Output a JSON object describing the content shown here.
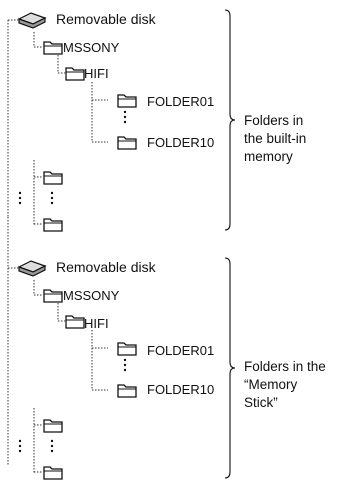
{
  "sections": [
    {
      "drive_label": "Removable disk",
      "root_folder": "MSSONY",
      "sub_folder": "HIFI",
      "first_folder": "FOLDER01",
      "last_folder": "FOLDER10",
      "note": "Folders in\nthe built-in\nmemory"
    },
    {
      "drive_label": "Removable disk",
      "root_folder": "MSSONY",
      "sub_folder": "HIFI",
      "first_folder": "FOLDER01",
      "last_folder": "FOLDER10",
      "note": "Folders in the\n“Memory\nStick”"
    }
  ],
  "icons": {
    "drive": "removable-disk-icon",
    "folder": "folder-icon"
  }
}
